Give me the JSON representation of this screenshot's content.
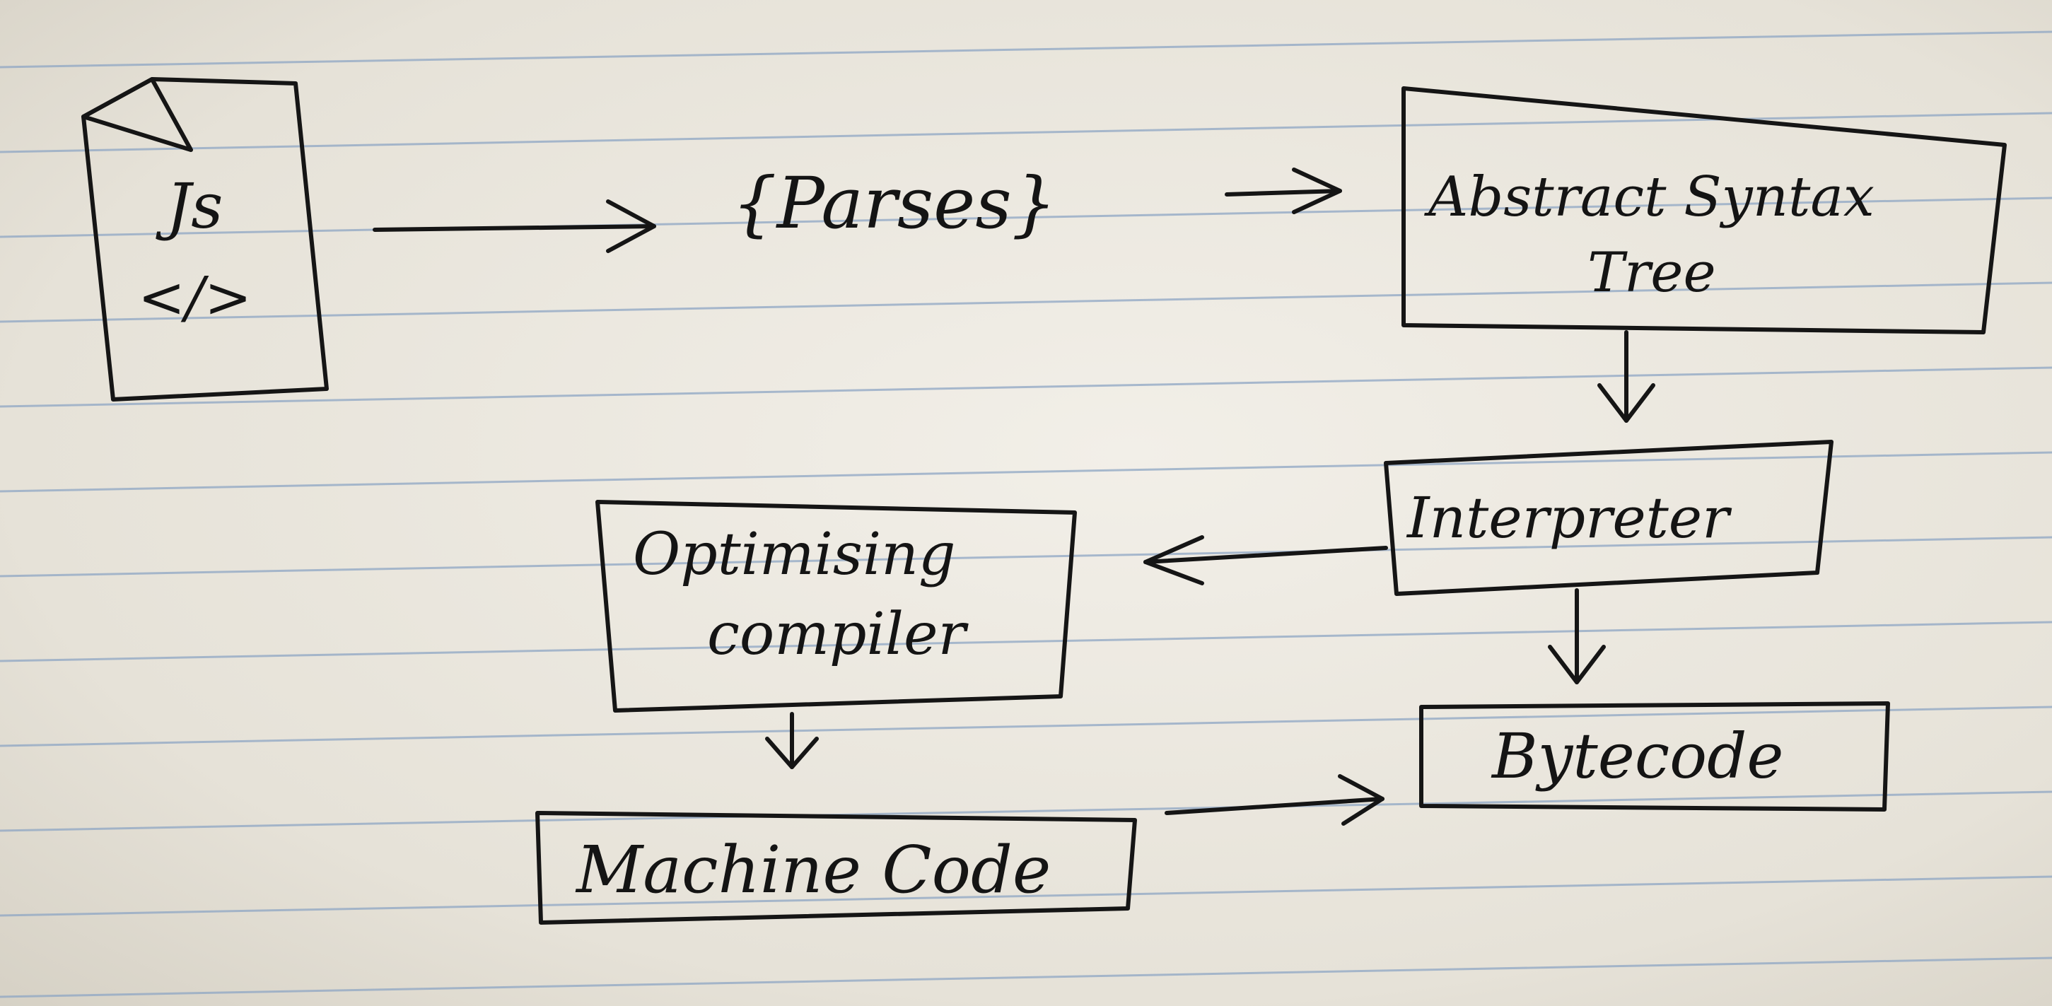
{
  "nodes": {
    "js_file": {
      "line1": "Js",
      "line2": "</>"
    },
    "parser": {
      "label": "{Parses}"
    },
    "ast": {
      "line1": "Abstract Syntax",
      "line2": "Tree"
    },
    "interpreter": {
      "label": "Interpreter"
    },
    "optimizer": {
      "line1": "Optimising",
      "line2": "compiler"
    },
    "bytecode": {
      "label": "Bytecode"
    },
    "machine_code": {
      "label": "Machine Code"
    }
  },
  "colors": {
    "ink": "#151515",
    "paper": "#eeebe3",
    "rule": "#8ea6c4"
  }
}
